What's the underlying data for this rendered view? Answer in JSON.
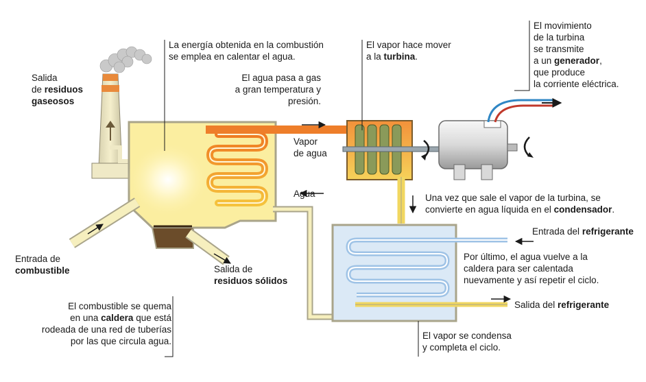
{
  "labels": {
    "chimney_a": "Salida",
    "chimney_b": "de ",
    "chimney_b_bold": "residuos",
    "chimney_c": "gaseosos",
    "energy_1": "La energía obtenida en la combustión",
    "energy_2": "se emplea en calentar el agua.",
    "gas_1": "El agua pasa a gas",
    "gas_2": "a gran temperatura y",
    "gas_3": "presión.",
    "steam_1": "Vapor",
    "steam_2": "de agua",
    "water": "Agua",
    "turbine_1": "El vapor hace mover",
    "turbine_2_pre": "a la ",
    "turbine_2_bold": "turbina",
    "turbine_2_post": ".",
    "gen_1": "El movimiento",
    "gen_2": "de la turbina",
    "gen_3": "se transmite",
    "gen_4_pre": "a un ",
    "gen_4_bold": "generador",
    "gen_4_post": ",",
    "gen_5": "que produce",
    "gen_6": "la corriente eléctrica.",
    "cond_1": "Una vez que sale el vapor de la turbina, se",
    "cond_2_pre": "convierte en agua líquida en el ",
    "cond_2_bold": "condensador",
    "cond_2_post": ".",
    "ref_in_pre": "Entrada del ",
    "ref_in_bold": "refrigerante",
    "last_1": "Por último, el agua vuelve a la",
    "last_2": "caldera para ser calentada",
    "last_3": "nuevamente y así repetir el ciclo.",
    "ref_out_pre": "Salida del ",
    "ref_out_bold": "refrigerante",
    "fuel_1": "Entrada de",
    "fuel_2": "combustible",
    "solid_1": "Salida de",
    "solid_2": "residuos sólidos",
    "boiler_1": "El combustible se quema",
    "boiler_2_pre": "en una ",
    "boiler_2_bold": "caldera",
    "boiler_2_post": " que está",
    "boiler_3": "rodeada de una red de tuberías",
    "boiler_4": "por las que circula agua.",
    "vapor_end_1": "El vapor se condensa",
    "vapor_end_2": "y completa el ciclo."
  },
  "colors": {
    "boiler_fill": "#fbeea0",
    "boiler_edge": "#a9a48a",
    "hot_pipe": "#ee8a3a",
    "cold_pipe": "#f1d760",
    "condenser_fill": "#dbe9f6",
    "coil_blue": "#9fc3e6",
    "wire_blue": "#2f86c4",
    "wire_red": "#c0392b"
  }
}
